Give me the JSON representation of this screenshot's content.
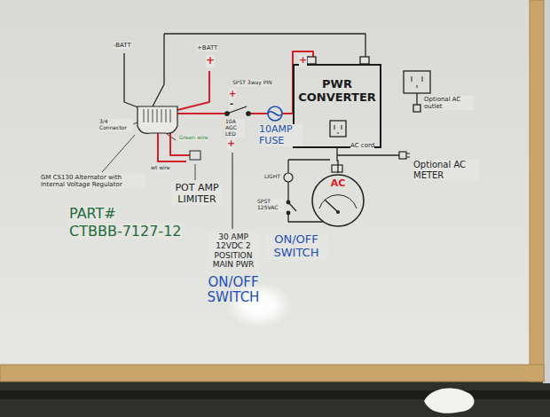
{
  "diagram": {
    "nodes": [
      {
        "text": [
          "PWR CONVERTER"
        ]
      },
      {
        "text": [
          "AC"
        ]
      }
    ],
    "edges": [
      {
        "from": 0,
        "to": 1,
        "arrow": "none",
        "label": "AC cord"
      }
    ],
    "labels": [
      "-BATT",
      "+BATT",
      "+",
      "+",
      "SPST 3way PIN",
      "+",
      "-",
      "10A AGC LED",
      "+",
      "10AMP FUSE",
      "3/4 Connector",
      "Green wire",
      "wt wire",
      "GM CS130 Alternator with Internal Voltage Regulator",
      "POT AMP LIMITER",
      "PART#",
      "CTBBB-7127-12",
      "30 AMP 12VDC 2 POSITION MAIN PWR",
      "ON/OFF SWITCH",
      "Optional AC outlet",
      "Optional AC METER",
      "LIGHT",
      "SPST 125VAC",
      "ON/OFF SWITCH"
    ]
  }
}
